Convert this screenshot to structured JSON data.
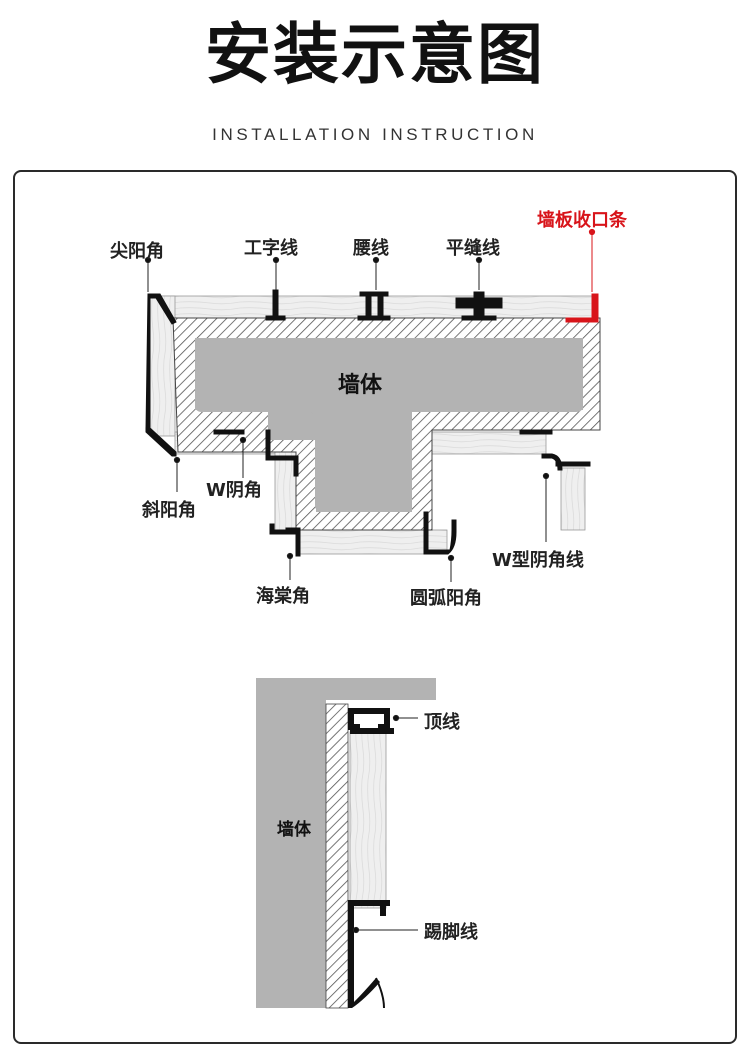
{
  "header": {
    "title": "安装示意图",
    "subtitle": "INSTALLATION INSTRUCTION"
  },
  "plan_view": {
    "wall_label": "墙体",
    "labels": {
      "pointed_corner": "尖阳角",
      "i_line": "工字线",
      "waist_line": "腰线",
      "flat_seam_line": "平缝线",
      "edge_trim": "墙板收口条",
      "bevel_corner": "斜阳角",
      "w_inner_corner": "W阴角",
      "begonia_corner": "海棠角",
      "arc_outer_corner": "圆弧阳角",
      "w_inner_corner_line": "W型阴角线"
    }
  },
  "section_view": {
    "wall_label": "墙体",
    "labels": {
      "top_line": "顶线",
      "skirting_line": "踢脚线"
    }
  },
  "colors": {
    "wall_fill": "#b3b3b3",
    "panel_fill": "#f1f1f1",
    "hatch": "#555555",
    "profile": "#111111",
    "accent_red": "#d8141a"
  }
}
